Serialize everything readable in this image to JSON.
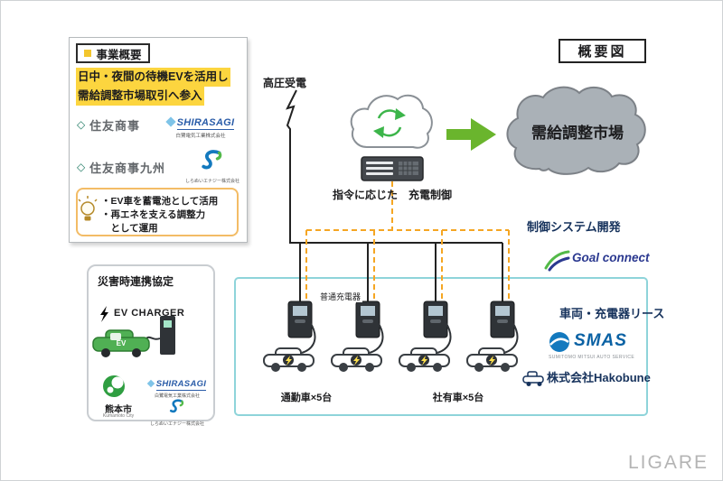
{
  "header": {
    "overview_label": "概要図"
  },
  "watermark": "LIGARE",
  "business_box": {
    "title": "事業概要",
    "highlight_line1": "日中・夜間の待機EVを活用し",
    "highlight_line2": "需給調整市場取引へ参入",
    "sumitomo": "住友商事",
    "sumitomo_kyushu": "住友商事九州",
    "shirasagi": "SHIRASAGI",
    "shirasagi_sub": "白鷺電気工業株式会社",
    "shiranui_sub": "しらぬいエナジー株式会社",
    "bullet1": "・EV車を蓄電池として活用",
    "bullet2": "・再エネを支える調整力",
    "bullet3": "　として運用"
  },
  "flow": {
    "hv_label": "高圧受電",
    "control_label": "指令に応じた　充電制御",
    "market_label": "需給調整市場",
    "control_dev_label": "制御システム開発",
    "goal_connect": "Goal connect"
  },
  "charging_area": {
    "charger_type_label": "普通充電器",
    "commuter_label": "通勤車×5台",
    "company_car_label": "社有車×5台",
    "lease_label": "車両・充電器リース",
    "smas": "SMAS",
    "smas_sub": "SUMITOMO MITSUI AUTO SERVICE",
    "hakobune": "株式会社Hakobune"
  },
  "disaster_box": {
    "title": "災害時連携協定",
    "ev_charger": "EV CHARGER",
    "ev_badge": "EV",
    "kumamoto": "熊本市",
    "kumamoto_en": "Kumamoto City",
    "shirasagi": "SHIRASAGI",
    "shirasagi_sub": "白鷺電気工業株式会社",
    "shiranui_sub": "しらぬいエナジー株式会社"
  },
  "colors": {
    "highlight_yellow": "#fcd53f",
    "arrow_green": "#6ab52d",
    "market_cloud": "#aab1b7",
    "dashed_orange": "#f5a623",
    "box_border_blue": "#8ed4da",
    "navy": "#16325c",
    "shirasagi_blue": "#2a5ca8",
    "smas_blue": "#0b62a4",
    "kumamoto_green": "#2f9e41"
  }
}
